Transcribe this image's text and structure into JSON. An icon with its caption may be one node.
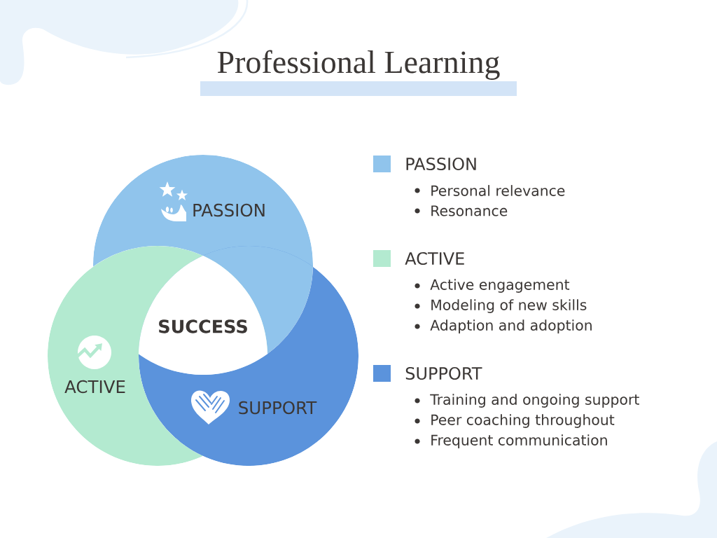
{
  "diagram": {
    "title": "Professional Learning",
    "nodes": [
      {
        "text": [
          "PASSION"
        ]
      },
      {
        "text": [
          "ACTIVE"
        ]
      },
      {
        "text": [
          "SUPPORT"
        ]
      },
      {
        "text": [
          "SUCCESS"
        ]
      }
    ],
    "labels": [
      "Personal relevance",
      "Resonance",
      "Active engagement",
      "Modeling of new skills",
      "Adaption and adoption",
      "Training and ongoing support",
      "Peer coaching throughout",
      "Frequent communication"
    ],
    "legend": [
      {
        "text": "PASSION",
        "color": "#90c4ec"
      },
      {
        "text": "ACTIVE",
        "color": "#b3ead0"
      },
      {
        "text": "SUPPORT",
        "color": "#5b93dc"
      }
    ]
  }
}
